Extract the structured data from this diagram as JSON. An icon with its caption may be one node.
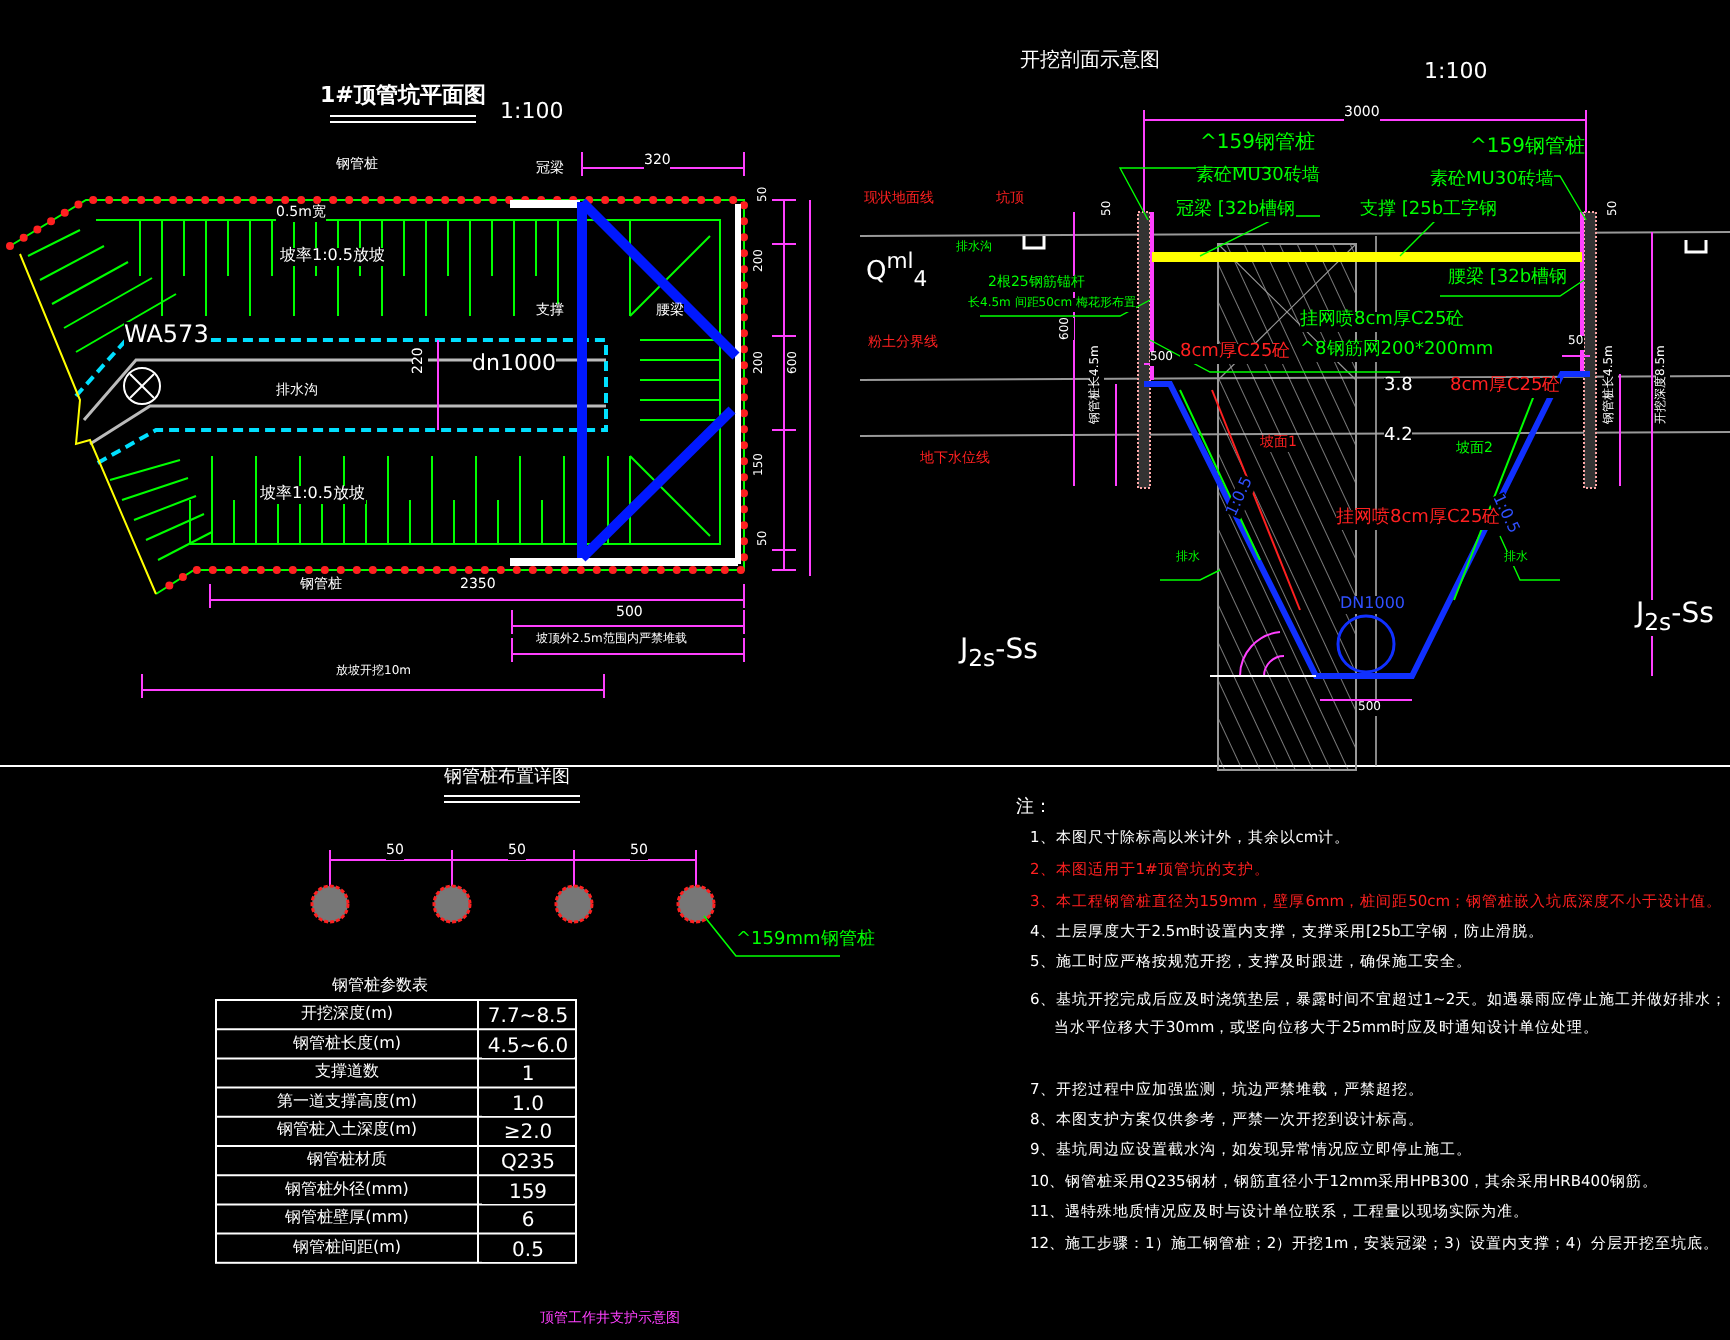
{
  "diagram": {
    "labels": [
      "1#顶管坑平面图",
      "1:100",
      "开挖剖面示意图",
      "1:100",
      "钢管桩",
      "冠梁",
      "0.5m宽",
      "坡率1:0.5放坡",
      "支撑",
      "腰梁",
      "WA573",
      "220",
      "dn1000",
      "排水沟",
      "坡率1:0.5放坡",
      "钢管桩",
      "320",
      "50",
      "200",
      "200",
      "150",
      "50",
      "600",
      "2350",
      "500",
      "坡顶外2.5m范围内严禁堆载",
      "放坡开挖10m",
      "3000",
      "^159钢管桩",
      "素砼MU30砖墙",
      "冠梁 [32b槽钢",
      "支撑 [25b工字钢",
      "^159钢管桩",
      "素砼MU30砖墙",
      "腰梁 [32b槽钢",
      "现状地面线",
      "坑顶",
      "排水沟",
      "Q$^{ml}$$_{4}$",
      "2根25钢筋锚杆",
      "长4.5m 间距50cm 梅花形布置",
      "粉土分界线",
      "地下水位线",
      "挂网喷8cm厚C25砼",
      "8cm厚C25砼",
      "^8钢筋网200*200mm",
      "3.8",
      "8cm厚C25砼",
      "4.2",
      "500",
      "50",
      "600",
      "50",
      "50",
      "坡面1",
      "坡面2",
      "1:0.5",
      "1:0.5",
      "挂网喷8cm厚C25砼",
      "排水",
      "排水",
      "DN1000",
      "500",
      "J$_{2s}$-Ss",
      "J$_{2s}$-Ss",
      "钢管桩长4.5m",
      "钢管桩长4.5m",
      "开挖深度8.5m",
      "钢管桩布置详图",
      "50",
      "50",
      "50",
      "^159mm钢管桩",
      "钢管桩参数表",
      "开挖深度(m)",
      "7.7~8.5",
      "钢管桩长度(m)",
      "4.5~6.0",
      "支撑道数",
      "1",
      "第一道支撑高度(m)",
      "1.0",
      "钢管桩入土深度(m)",
      "≥2.0",
      "钢管桩材质",
      "Q235",
      "钢管桩外径(mm)",
      "159",
      "钢管桩壁厚(mm)",
      "6",
      "钢管桩间距(m)",
      "0.5",
      "顶管工作井支护示意图",
      "注：",
      "1、本图尺寸除标高以米计外，其余以cm计。",
      "2、本图适用于1#顶管坑的支护。",
      "3、本工程钢管桩直径为159mm，壁厚6mm，桩间距50cm；钢管桩嵌入坑底深度不小于设计值。",
      "4、土层厚度大于2.5m时设置内支撑，支撑采用[25b工字钢，防止滑脱。",
      "5、施工时应严格按规范开挖，支撑及时跟进，确保施工安全。",
      "6、基坑开挖完成后应及时浇筑垫层，暴露时间不宜超过1~2天。如遇暴雨应停止施工并做好排水；当水平位移大于30mm，或竖向位移大于25mm时应及时通知设计单位处理。",
      "7、开挖过程中应加强监测，坑边严禁堆载，严禁超挖。",
      "8、本图支护方案仅供参考，严禁一次开挖到设计标高。",
      "9、基坑周边应设置截水沟，如发现异常情况应立即停止施工。",
      "10、钢管桩采用Q235钢材，钢筋直径小于12mm采用HPB300，其余采用HRB400钢筋。",
      "11、遇特殊地质情况应及时与设计单位联系，工程量以现场实际为准。",
      "12、施工步骤：1）施工钢管桩；2）开挖1m，安装冠梁；3）设置内支撑；4）分层开挖至坑底。"
    ]
  }
}
